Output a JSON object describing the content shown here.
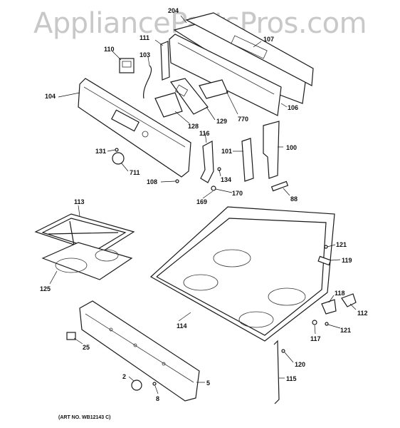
{
  "watermark": "AppliancePartsPros.com",
  "art_no": "(ART NO. WB12143 C)",
  "labels": {
    "p204": "204",
    "p107": "107",
    "p111": "111",
    "p110": "110",
    "p103": "103",
    "p104": "104",
    "p106": "106",
    "p770": "770",
    "p129": "129",
    "p128": "128",
    "p116": "116",
    "p100": "100",
    "p101": "101",
    "p131": "131",
    "p711": "711",
    "p134": "134",
    "p108": "108",
    "p170": "170",
    "p169": "169",
    "p88": "88",
    "p113": "113",
    "p121a": "121",
    "p119": "119",
    "p125": "125",
    "p118": "118",
    "p112": "112",
    "p114": "114",
    "p117": "117",
    "p121b": "121",
    "p25": "25",
    "p120": "120",
    "p2": "2",
    "p115": "115",
    "p5": "5",
    "p8": "8"
  }
}
